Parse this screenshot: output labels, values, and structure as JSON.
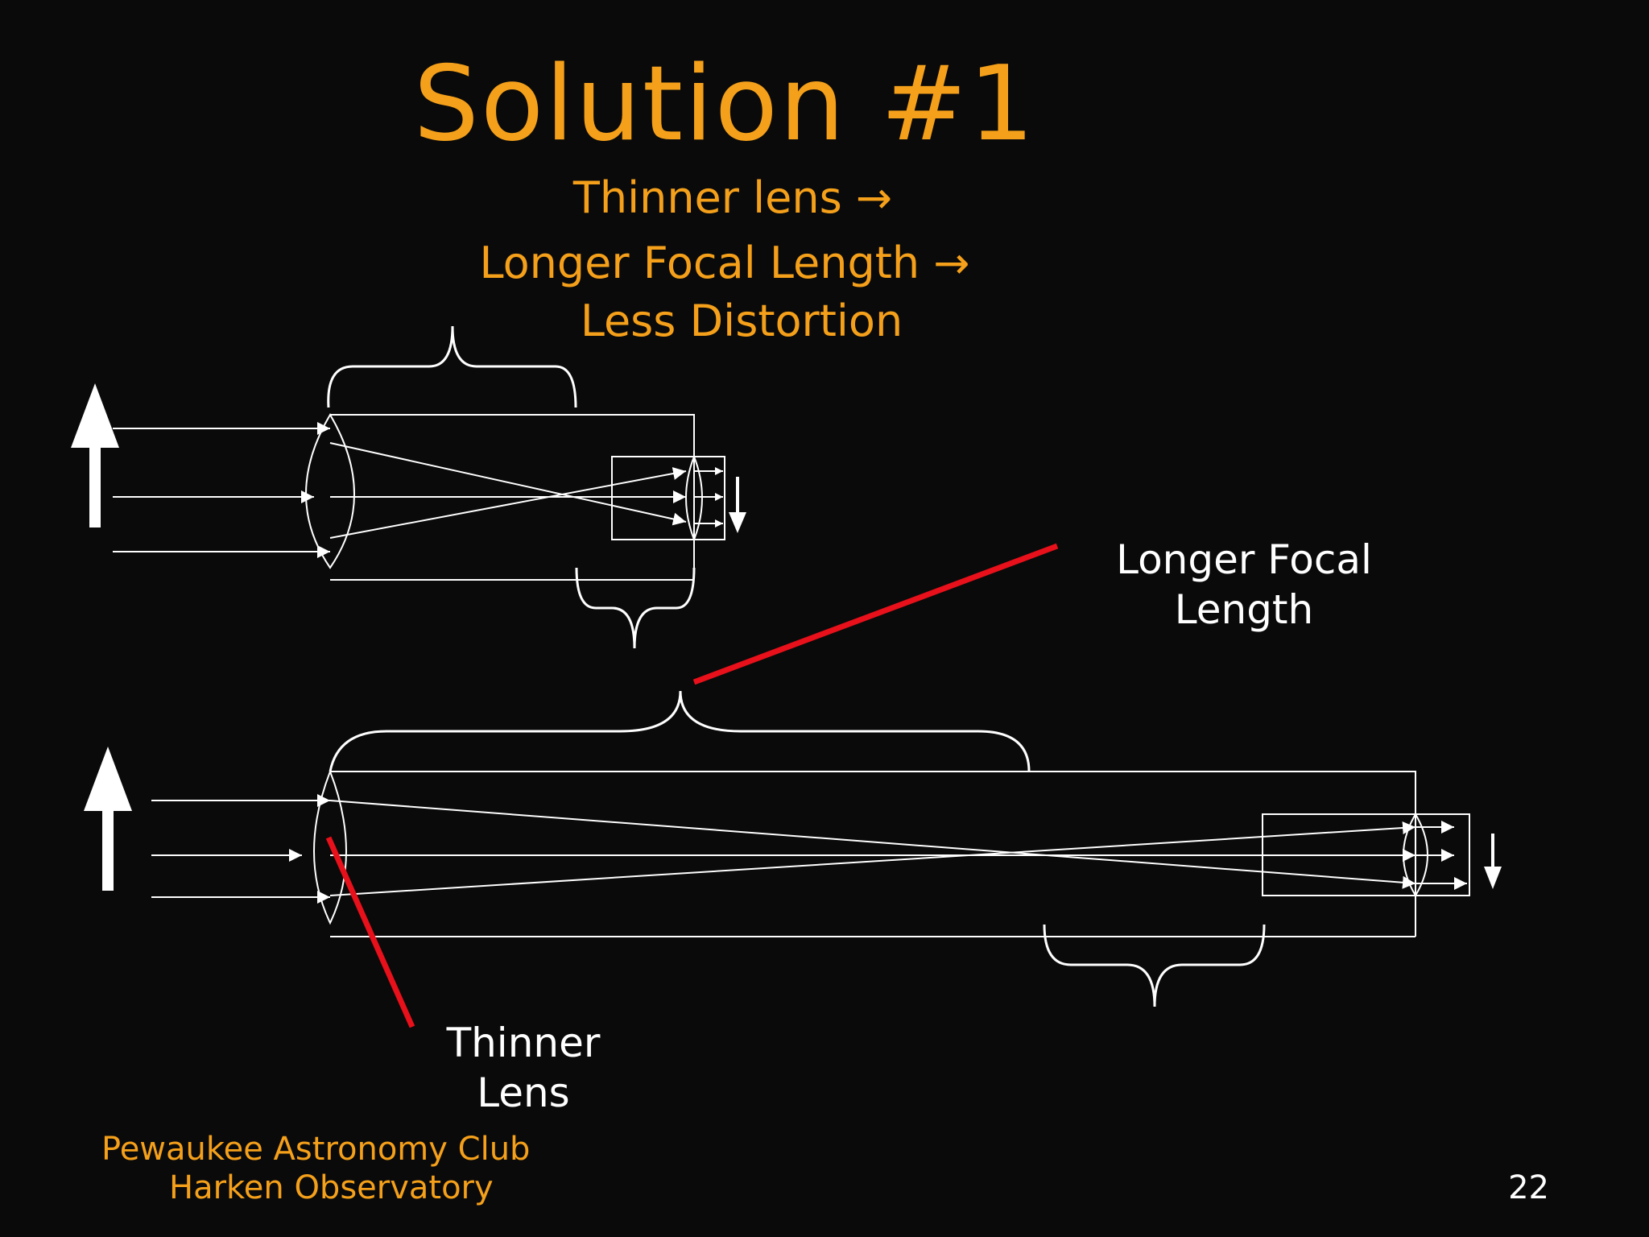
{
  "slide": {
    "title": "Solution #1",
    "subtitle_lines": [
      "Thinner lens →",
      "Longer Focal Length →",
      "Less Distortion"
    ],
    "label_focal_lines": [
      "Longer Focal",
      "Length"
    ],
    "label_lens_lines": [
      "Thinner",
      "Lens"
    ],
    "footer": {
      "club": "Pewaukee Astronomy Club",
      "observatory": "Harken Observatory"
    },
    "page_number": "22"
  },
  "colors": {
    "background": "#0a0a0a",
    "accent_orange": "#f5a01a",
    "line_white": "#ffffff",
    "pointer_red": "#e8101a"
  }
}
